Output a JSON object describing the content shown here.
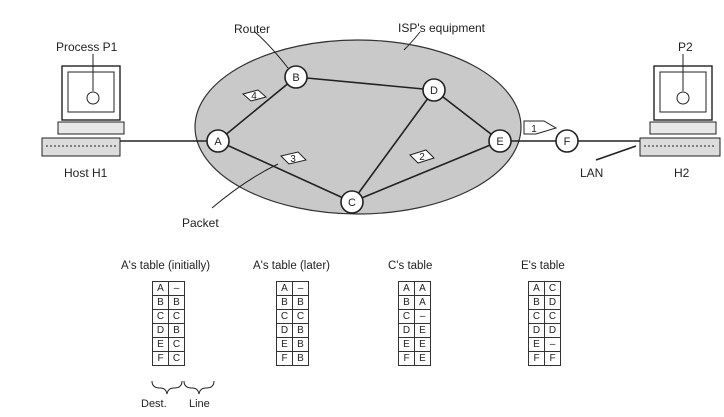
{
  "labels": {
    "process_p1": "Process P1",
    "router": "Router",
    "isp": "ISP's equipment",
    "p2": "P2",
    "host_h1": "Host H1",
    "lan": "LAN",
    "h2": "H2",
    "packet": "Packet",
    "dest": "Dest.",
    "line": "Line"
  },
  "nodes": {
    "A": "A",
    "B": "B",
    "C": "C",
    "D": "D",
    "E": "E",
    "F": "F"
  },
  "packets": [
    "4",
    "3",
    "2",
    "1"
  ],
  "tables": [
    {
      "title": "A's table (initially)",
      "rows": [
        [
          "A",
          "–"
        ],
        [
          "B",
          "B"
        ],
        [
          "C",
          "C"
        ],
        [
          "D",
          "B"
        ],
        [
          "E",
          "C"
        ],
        [
          "F",
          "C"
        ]
      ]
    },
    {
      "title": "A's table (later)",
      "rows": [
        [
          "A",
          "–"
        ],
        [
          "B",
          "B"
        ],
        [
          "C",
          "C"
        ],
        [
          "D",
          "B"
        ],
        [
          "E",
          "B"
        ],
        [
          "F",
          "B"
        ]
      ]
    },
    {
      "title": "C's table",
      "rows": [
        [
          "A",
          "A"
        ],
        [
          "B",
          "A"
        ],
        [
          "C",
          "–"
        ],
        [
          "D",
          "E"
        ],
        [
          "E",
          "E"
        ],
        [
          "F",
          "E"
        ]
      ]
    },
    {
      "title": "E's table",
      "rows": [
        [
          "A",
          "C"
        ],
        [
          "B",
          "D"
        ],
        [
          "C",
          "C"
        ],
        [
          "D",
          "D"
        ],
        [
          "E",
          "–"
        ],
        [
          "F",
          "F"
        ]
      ]
    }
  ],
  "colors": {
    "cloud": "#c9c9c9",
    "line": "#222222",
    "node": "#ffffff"
  }
}
